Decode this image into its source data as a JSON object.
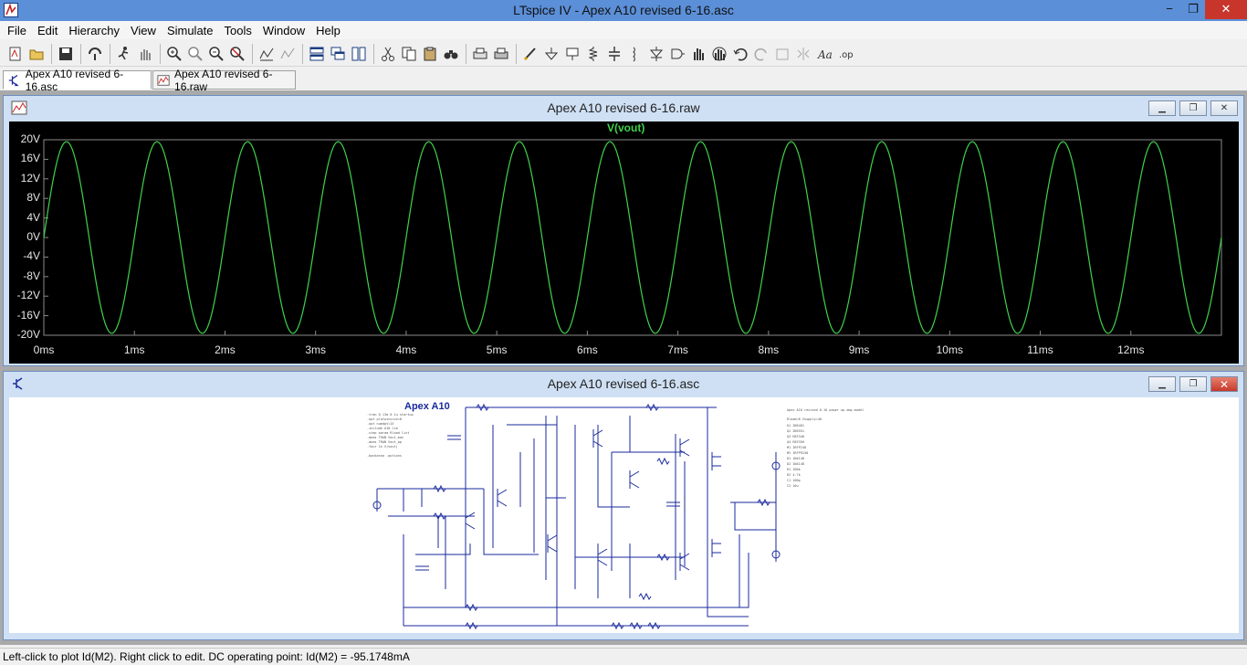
{
  "window": {
    "title": "LTspice IV - Apex A10 revised 6-16.asc",
    "minimize": "−",
    "maximize": "❐",
    "close": "✕"
  },
  "menu": [
    "File",
    "Edit",
    "Hierarchy",
    "View",
    "Simulate",
    "Tools",
    "Window",
    "Help"
  ],
  "tabs": [
    {
      "label": "Apex A10 revised 6-16.asc",
      "icon": "schematic-icon",
      "active": true
    },
    {
      "label": "Apex A10 revised 6-16.raw",
      "icon": "waveform-icon",
      "active": false
    }
  ],
  "waveform_window": {
    "title": "Apex A10 revised 6-16.raw",
    "trace_label": "V(vout)",
    "trace_color": "#3fd24a"
  },
  "schematic_window": {
    "title": "Apex A10 revised 6-16.asc",
    "schematic_title": "Apex A10",
    "wire_color": "#1a2a9c"
  },
  "status": "Left-click to plot Id(M2).  Right click to edit.  DC operating point: Id(M2) = -95.1748mA",
  "chart_data": {
    "type": "line",
    "series": [
      {
        "name": "V(vout)",
        "function": "sine",
        "amplitude": 19.6,
        "frequency_hz": 1000,
        "offset": 0
      }
    ],
    "x_range": [
      0,
      13
    ],
    "x_unit": "ms",
    "y_range": [
      -20,
      20
    ],
    "y_unit": "V",
    "yticks": [
      "20V",
      "16V",
      "12V",
      "8V",
      "4V",
      "0V",
      "-4V",
      "-8V",
      "-12V",
      "-16V",
      "-20V"
    ],
    "xticks": [
      "0ms",
      "1ms",
      "2ms",
      "3ms",
      "4ms",
      "5ms",
      "6ms",
      "7ms",
      "8ms",
      "9ms",
      "10ms",
      "11ms",
      "12ms"
    ],
    "grid": false
  }
}
